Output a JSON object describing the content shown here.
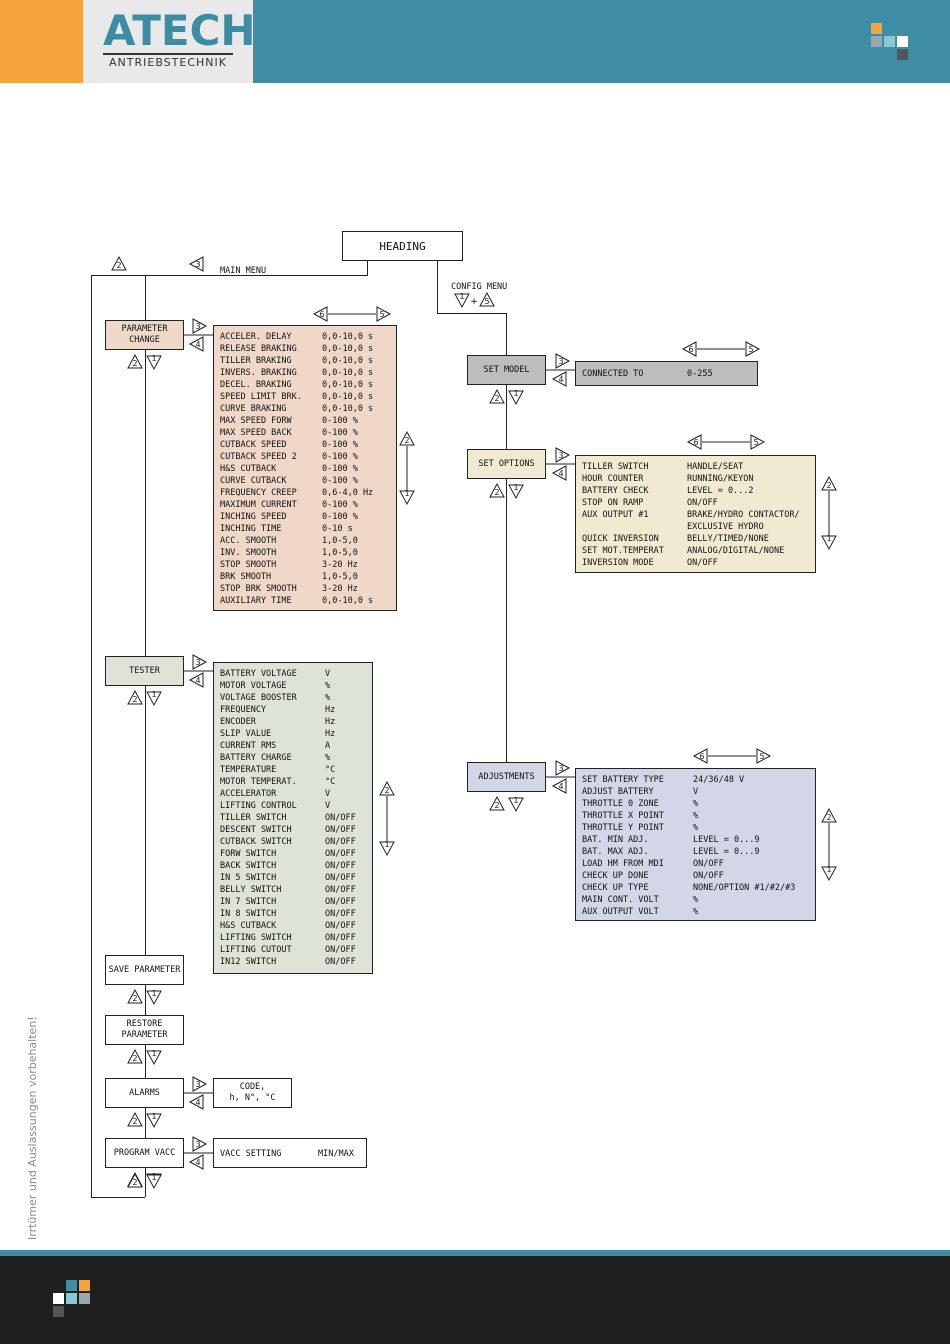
{
  "brand": {
    "name": "ATECH",
    "subtitle": "ANTRIEBSTECHNIK"
  },
  "side_note": "Irrtümer und Auslassungen vorbehalten!",
  "heading": "HEADING",
  "main_menu_label": "MAIN MENU",
  "config_menu_label": "CONFIG MENU",
  "keys": {
    "k1": "1",
    "k2": "2",
    "k3": "3",
    "k4": "4",
    "k5": "5",
    "k6": "6",
    "plus": "+"
  },
  "menus": {
    "parameter_change": "PARAMETER CHANGE",
    "tester": "TESTER",
    "save_parameter": "SAVE PARAMETER",
    "restore_parameter": "RESTORE PARAMETER",
    "alarms": "ALARMS",
    "program_vacc": "PROGRAM VACC",
    "set_model": "SET MODEL",
    "set_options": "SET OPTIONS",
    "adjustments": "ADJUSTMENTS"
  },
  "alarms_detail": "CODE,\nh, N°, °C",
  "vacc_detail": {
    "name": "VACC SETTING",
    "value": "MIN/MAX"
  },
  "set_model_detail": {
    "name": "CONNECTED TO",
    "value": "0-255"
  },
  "parameters": [
    {
      "name": "ACCELER. DELAY",
      "value": "0,0-10,0 s"
    },
    {
      "name": "RELEASE BRAKING",
      "value": "0,0-10,0 s"
    },
    {
      "name": "TILLER BRAKING",
      "value": "0,0-10,0 s"
    },
    {
      "name": "INVERS. BRAKING",
      "value": "0,0-10,0 s"
    },
    {
      "name": "DECEL. BRAKING",
      "value": "0,0-10,0 s"
    },
    {
      "name": "SPEED LIMIT BRK.",
      "value": "0,0-10,0 s"
    },
    {
      "name": "CURVE BRAKING",
      "value": "0,0-10,0 s"
    },
    {
      "name": "MAX SPEED FORW",
      "value": "0-100 %"
    },
    {
      "name": "MAX SPEED BACK",
      "value": "0-100 %"
    },
    {
      "name": "CUTBACK SPEED",
      "value": "0-100 %"
    },
    {
      "name": "CUTBACK SPEED 2",
      "value": "0-100 %"
    },
    {
      "name": "H&S CUTBACK",
      "value": "0-100 %"
    },
    {
      "name": "CURVE CUTBACK",
      "value": "0-100 %"
    },
    {
      "name": "FREQUENCY CREEP",
      "value": "0,6-4,0 Hz"
    },
    {
      "name": "MAXIMUM CURRENT",
      "value": "0-100 %"
    },
    {
      "name": "INCHING SPEED",
      "value": "0-100 %"
    },
    {
      "name": "INCHING TIME",
      "value": "0-10 s"
    },
    {
      "name": "ACC. SMOOTH",
      "value": "1,0-5,0"
    },
    {
      "name": "INV. SMOOTH",
      "value": "1,0-5,0"
    },
    {
      "name": "STOP SMOOTH",
      "value": "3-20 Hz"
    },
    {
      "name": "BRK SMOOTH",
      "value": "1,0-5,0"
    },
    {
      "name": "STOP BRK SMOOTH",
      "value": "3-20 Hz"
    },
    {
      "name": "AUXILIARY TIME",
      "value": "0,0-10,0 s"
    }
  ],
  "tester_items": [
    {
      "name": "BATTERY VOLTAGE",
      "value": "V"
    },
    {
      "name": "MOTOR VOLTAGE",
      "value": "%"
    },
    {
      "name": "VOLTAGE BOOSTER",
      "value": "%"
    },
    {
      "name": "FREQUENCY",
      "value": "Hz"
    },
    {
      "name": "ENCODER",
      "value": "Hz"
    },
    {
      "name": "SLIP VALUE",
      "value": "Hz"
    },
    {
      "name": "CURRENT RMS",
      "value": "A"
    },
    {
      "name": "BATTERY CHARGE",
      "value": "%"
    },
    {
      "name": "TEMPERATURE",
      "value": "°C"
    },
    {
      "name": "MOTOR TEMPERAT.",
      "value": "°C"
    },
    {
      "name": "ACCELERATOR",
      "value": "V"
    },
    {
      "name": "LIFTING CONTROL",
      "value": "V"
    },
    {
      "name": "TILLER SWITCH",
      "value": "ON/OFF"
    },
    {
      "name": "DESCENT SWITCH",
      "value": "ON/OFF"
    },
    {
      "name": "CUTBACK SWITCH",
      "value": "ON/OFF"
    },
    {
      "name": "FORW SWITCH",
      "value": "ON/OFF"
    },
    {
      "name": "BACK SWITCH",
      "value": "ON/OFF"
    },
    {
      "name": "IN 5 SWITCH",
      "value": "ON/OFF"
    },
    {
      "name": "BELLY SWITCH",
      "value": "ON/OFF"
    },
    {
      "name": "IN 7 SWITCH",
      "value": "ON/OFF"
    },
    {
      "name": "IN 8 SWITCH",
      "value": "ON/OFF"
    },
    {
      "name": "H&S CUTBACK",
      "value": "ON/OFF"
    },
    {
      "name": "LIFTING SWITCH",
      "value": "ON/OFF"
    },
    {
      "name": "LIFTING CUTOUT",
      "value": "ON/OFF"
    },
    {
      "name": "IN12 SWITCH",
      "value": "ON/OFF"
    }
  ],
  "options": [
    {
      "name": "TILLER SWITCH",
      "value": "HANDLE/SEAT"
    },
    {
      "name": "HOUR COUNTER",
      "value": "RUNNING/KEYON"
    },
    {
      "name": "BATTERY CHECK",
      "value": "LEVEL = 0...2"
    },
    {
      "name": "STOP ON RAMP",
      "value": "ON/OFF"
    },
    {
      "name": "AUX OUTPUT #1",
      "value": "BRAKE/HYDRO CONTACTOR/"
    },
    {
      "name": "",
      "value": "EXCLUSIVE HYDRO"
    },
    {
      "name": "QUICK INVERSION",
      "value": "BELLY/TIMED/NONE"
    },
    {
      "name": "SET MOT.TEMPERAT",
      "value": "ANALOG/DIGITAL/NONE"
    },
    {
      "name": "INVERSION MODE",
      "value": "ON/OFF"
    }
  ],
  "adjustments": [
    {
      "name": "SET BATTERY TYPE",
      "value": "24/36/48 V"
    },
    {
      "name": "ADJUST BATTERY",
      "value": "V"
    },
    {
      "name": "THROTTLE 0 ZONE",
      "value": "%"
    },
    {
      "name": "THROTTLE X POINT",
      "value": "%"
    },
    {
      "name": "THROTTLE Y POINT",
      "value": "%"
    },
    {
      "name": "BAT. MIN ADJ.",
      "value": "LEVEL = 0...9"
    },
    {
      "name": "BAT. MAX ADJ.",
      "value": "LEVEL = 0...9"
    },
    {
      "name": "LOAD HM FROM MDI",
      "value": "ON/OFF"
    },
    {
      "name": "CHECK UP DONE",
      "value": "ON/OFF"
    },
    {
      "name": "CHECK UP TYPE",
      "value": "NONE/OPTION #1/#2/#3"
    },
    {
      "name": "MAIN CONT. VOLT",
      "value": "%"
    },
    {
      "name": "AUX OUTPUT VOLT",
      "value": "%"
    }
  ],
  "colors": {
    "header": "#3f8da2",
    "orange": "#f7a33b",
    "parameter": "#f0d8c8",
    "tester": "#dde3d6",
    "set_model": "#bdbdbd",
    "options": "#f2ead0",
    "adjustments": "#d2d6e6"
  }
}
